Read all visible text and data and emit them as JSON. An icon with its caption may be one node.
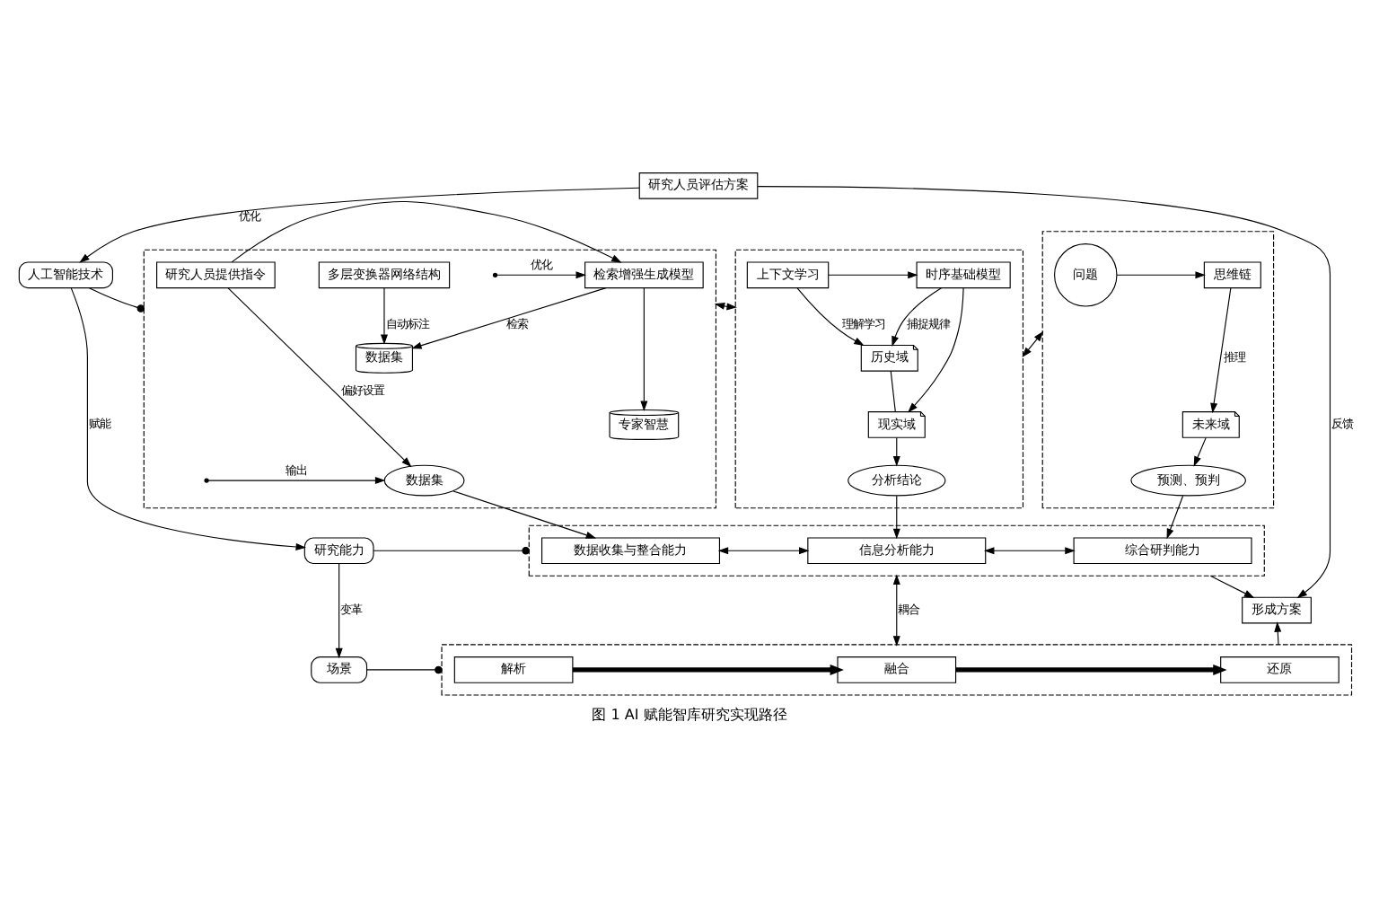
{
  "diagram": {
    "caption": "图 1 AI 赋能智库研究实现路径",
    "nodes": [
      {
        "text": [
          "人工智能技术"
        ]
      },
      {
        "text": [
          "研究人员评估方案"
        ]
      },
      {
        "text": [],
        "shape": "box"
      },
      {
        "text": [
          "检索增强生成模型"
        ],
        "in": 2
      },
      {
        "text": [
          "多层变换器网络结构"
        ],
        "in": 2
      },
      {
        "text": [
          "研究人员提供指令"
        ],
        "in": 2
      },
      {
        "text": [
          "数据集"
        ],
        "in": 2
      },
      {
        "text": [
          "专家智慧"
        ],
        "in": 2
      },
      {
        "text": [
          "数据集"
        ],
        "in": 2
      },
      {
        "text": [],
        "shape": "box"
      },
      {
        "text": [
          "上下文学习"
        ],
        "in": 9
      },
      {
        "text": [
          "时序基础模型"
        ],
        "in": 9
      },
      {
        "text": [
          "历史域"
        ],
        "in": 9
      },
      {
        "text": [
          "现实域"
        ],
        "in": 9
      },
      {
        "text": [
          "分析结论"
        ],
        "in": 9
      },
      {
        "text": [],
        "shape": "box"
      },
      {
        "text": [
          "思维链"
        ],
        "in": 15
      },
      {
        "text": [
          "问题"
        ],
        "in": 15
      },
      {
        "text": [
          "未来域"
        ],
        "in": 15
      },
      {
        "text": [
          "预测、预判"
        ],
        "in": 15
      },
      {
        "text": [
          "研究能力"
        ]
      },
      {
        "text": [],
        "shape": "box"
      },
      {
        "text": [
          "数据收集与整合能力"
        ],
        "in": 21
      },
      {
        "text": [
          "信息分析能力"
        ],
        "in": 21
      },
      {
        "text": [
          "综合研判能力"
        ],
        "in": 21
      },
      {
        "text": [
          "形成方案"
        ]
      },
      {
        "text": [
          "场景"
        ]
      },
      {
        "text": [],
        "shape": "box"
      },
      {
        "text": [
          "解析"
        ],
        "in": 27
      },
      {
        "text": [
          "融合"
        ],
        "in": 27
      },
      {
        "text": [
          "还原"
        ],
        "in": 27
      }
    ],
    "edges": [
      {
        "from": 1,
        "to": 0,
        "arrow": "to",
        "label": "优化"
      },
      {
        "from": 0,
        "to": 2,
        "arrow": "other"
      },
      {
        "from": null,
        "to": 3,
        "arrow": "to",
        "label": "优化"
      },
      {
        "from": null,
        "to": 8,
        "arrow": "to",
        "label": "输出"
      },
      {
        "from": 4,
        "to": 6,
        "arrow": "to",
        "label": "自动标注"
      },
      {
        "from": 3,
        "to": 6,
        "arrow": "to",
        "label": "检索"
      },
      {
        "from": 3,
        "to": 7,
        "arrow": "to"
      },
      {
        "from": 5,
        "to": 3,
        "arrow": "to"
      },
      {
        "from": 5,
        "to": 8,
        "arrow": "to",
        "label": "偏好设置"
      },
      {
        "from": 2,
        "to": 9,
        "arrow": "both"
      },
      {
        "from": 10,
        "to": 11,
        "arrow": "to"
      },
      {
        "from": 10,
        "to": 12,
        "arrow": "to",
        "label": "理解学习"
      },
      {
        "from": 11,
        "to": 12,
        "arrow": "to",
        "label": "捕捉规律"
      },
      {
        "from": 11,
        "to": 13,
        "arrow": "to"
      },
      {
        "from": 12,
        "to": 13,
        "arrow": "none"
      },
      {
        "from": 13,
        "to": 14,
        "arrow": "to"
      },
      {
        "from": 9,
        "to": 15,
        "arrow": "both"
      },
      {
        "from": 17,
        "to": 16,
        "arrow": "to"
      },
      {
        "from": 16,
        "to": 18,
        "arrow": "to",
        "label": "推理"
      },
      {
        "from": 18,
        "to": 19,
        "arrow": "to"
      },
      {
        "from": 0,
        "to": 20,
        "arrow": "to",
        "label": "赋能"
      },
      {
        "from": 20,
        "to": 21,
        "arrow": "other"
      },
      {
        "from": 8,
        "to": 22,
        "arrow": "to"
      },
      {
        "from": 14,
        "to": 23,
        "arrow": "to"
      },
      {
        "from": 19,
        "to": 24,
        "arrow": "to"
      },
      {
        "from": 22,
        "to": 23,
        "arrow": "both"
      },
      {
        "from": 23,
        "to": 24,
        "arrow": "both"
      },
      {
        "from": 20,
        "to": 26,
        "arrow": "to",
        "label": "变革"
      },
      {
        "from": 26,
        "to": 27,
        "arrow": "other"
      },
      {
        "from": 21,
        "to": 27,
        "arrow": "both",
        "label": "耦合"
      },
      {
        "from": 28,
        "to": 29,
        "arrow": "to",
        "style": "thick"
      },
      {
        "from": 29,
        "to": 30,
        "arrow": "to",
        "style": "thick"
      },
      {
        "from": 1,
        "to": 25,
        "arrow": "to",
        "label": "反馈"
      },
      {
        "from": 21,
        "to": 25,
        "arrow": "to"
      },
      {
        "from": 27,
        "to": 25,
        "arrow": "to"
      }
    ]
  }
}
